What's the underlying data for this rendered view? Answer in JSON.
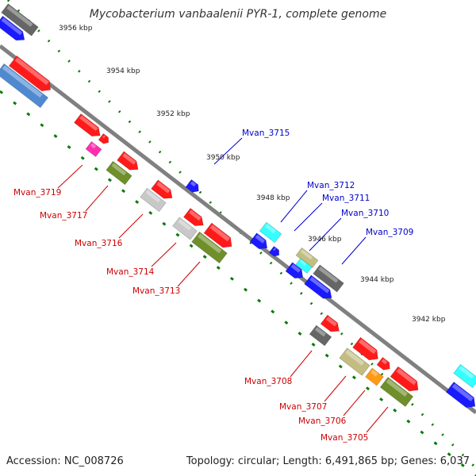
{
  "title": "Mycobacterium vanbaalenii PYR-1, complete genome",
  "footer": {
    "accession": "Accession: NC_008726",
    "summary": "Topology: circular; Length: 6,491,865 bp; Genes: 6,037"
  },
  "ticks": [
    "3956 kbp",
    "3954 kbp",
    "3952 kbp",
    "3950 kbp",
    "3948 kbp",
    "3946 kbp",
    "3944 kbp",
    "3942 kbp"
  ],
  "gene_labels": {
    "upper": [
      "Mvan_3715",
      "Mvan_3712",
      "Mvan_3711",
      "Mvan_3710",
      "Mvan_3709"
    ],
    "lower": [
      "Mvan_3719",
      "Mvan_3717",
      "Mvan_3716",
      "Mvan_3714",
      "Mvan_3713",
      "Mvan_3708",
      "Mvan_3707",
      "Mvan_3706",
      "Mvan_3705"
    ]
  },
  "colors": {
    "forward_label": "#0000cc",
    "reverse_label": "#cc0000",
    "backbone": "#808080",
    "tick": "#0a7a0a",
    "red": "#ff1a1a",
    "blue": "#1a1aff",
    "gray_dark": "#666666",
    "gray_light": "#c8c8c8",
    "olive": "#6f8f2a",
    "khaki": "#c3bd82",
    "cyan": "#33ffff",
    "steel": "#4f8ad1",
    "magenta": "#ff2db0",
    "orange": "#ff9a14"
  }
}
